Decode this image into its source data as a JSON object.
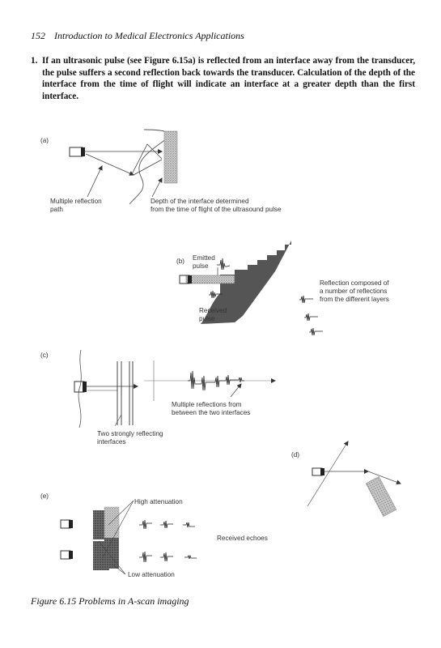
{
  "header": {
    "page_number": "152",
    "running_title": "Introduction to Medical Electronics Applications"
  },
  "paragraph": {
    "number": "1.",
    "text": "If an ultrasonic pulse (see Figure 6.15a) is reflected from an interface away from the transducer, the pulse suffers a second reflection back towards the transducer. Calculation of the depth of the interface from the time of flight will indicate an interface at a greater depth than the first interface."
  },
  "figure": {
    "a": {
      "tag": "(a)",
      "label_left_1": "Multiple reflection",
      "label_left_2": "path",
      "label_right_1": "Depth of the interface determined",
      "label_right_2": "from the time of flight of the ultrasound pulse"
    },
    "b": {
      "tag": "(b)",
      "emitted_1": "Emitted",
      "emitted_2": "pulse",
      "received_1": "Received",
      "received_2": "pulse",
      "reflection_1": "Reflection composed of",
      "reflection_2": "a number of reflections",
      "reflection_3": "from the different layers"
    },
    "c": {
      "tag": "(c)",
      "multi_1": "Multiple reflections from",
      "multi_2": "between the two interfaces",
      "two_1": "Two strongly reflecting",
      "two_2": "interfaces"
    },
    "d": {
      "tag": "(d)"
    },
    "e": {
      "tag": "(e)",
      "high": "High attenuation",
      "received": "Received echoes",
      "low": "Low attenuation"
    }
  },
  "caption": "Figure 6.15 Problems in A-scan imaging"
}
